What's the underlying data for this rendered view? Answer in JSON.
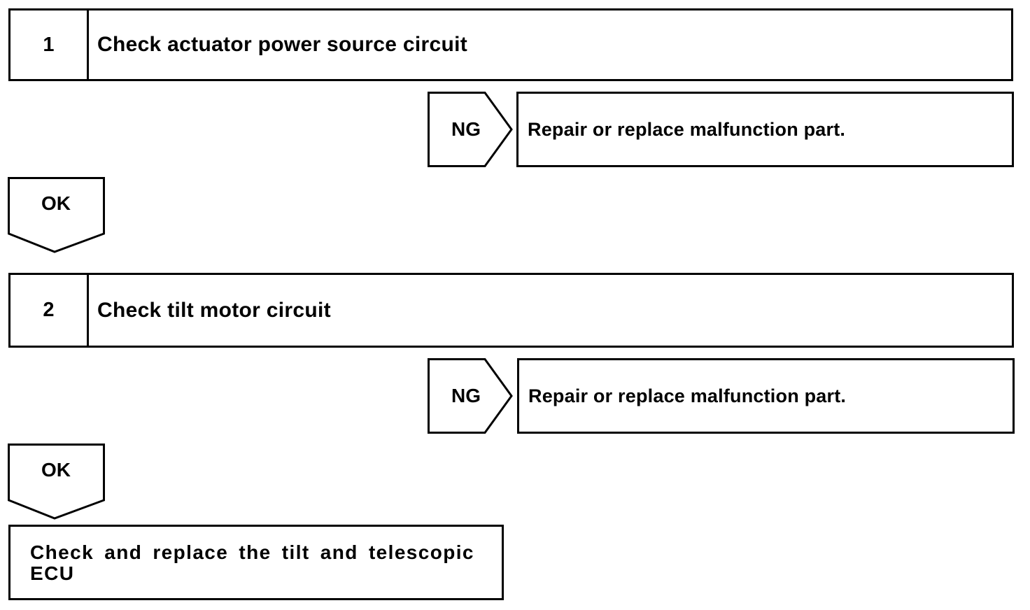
{
  "steps": [
    {
      "number": "1",
      "label": "Check actuator power source circuit"
    },
    {
      "number": "2",
      "label": "Check tilt motor circuit"
    }
  ],
  "branches": [
    {
      "ng_label": "NG",
      "ok_label": "OK",
      "ng_result": "Repair or replace malfunction part."
    },
    {
      "ng_label": "NG",
      "ok_label": "OK",
      "ng_result": "Repair or replace malfunction part."
    }
  ],
  "final": {
    "line1": "Check and replace the tilt and telescopic",
    "line2": "ECU"
  }
}
